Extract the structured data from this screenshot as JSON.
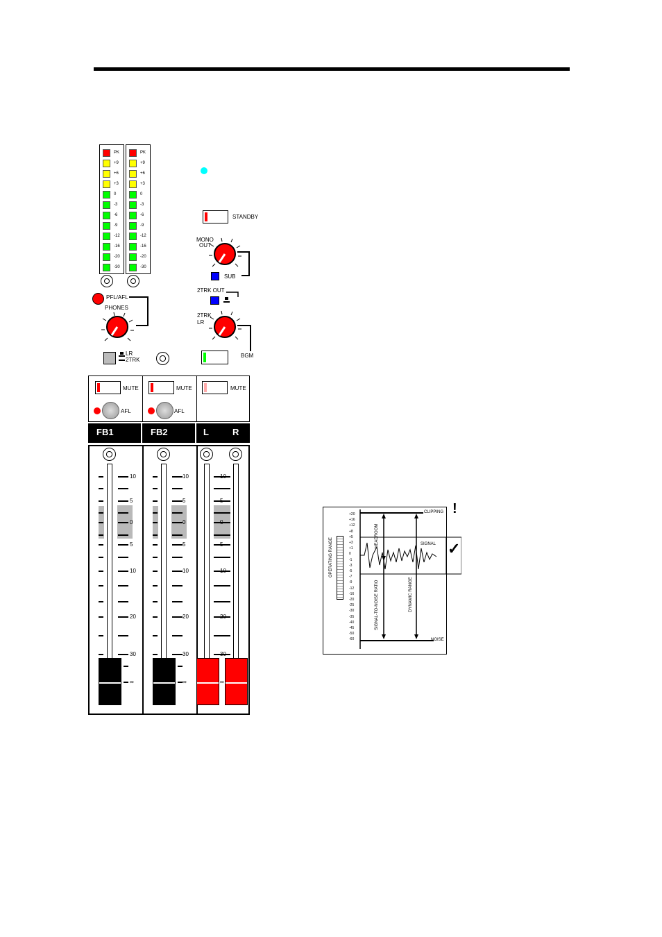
{
  "meters": {
    "labels": [
      "PK",
      "+9",
      "+6",
      "+3",
      "0",
      "-3",
      "-6",
      "-9",
      "-12",
      "-16",
      "-20",
      "-30"
    ],
    "colors": [
      "#ff0000",
      "#ffff00",
      "#ffff00",
      "#ffff00",
      "#00ff00",
      "#00ff00",
      "#00ff00",
      "#00ff00",
      "#00ff00",
      "#00ff00",
      "#00ff00",
      "#00ff00"
    ]
  },
  "master": {
    "standby_label": "STANDBY",
    "mono_out_label": "MONO\nOUT",
    "sub_label": "SUB",
    "trk_out_label": "2TRK OUT",
    "trk_lr_label": "2TRK\nLR",
    "bgm_label": "BGM",
    "pfl_afl_label": "PFL/AFL",
    "phones_label": "PHONES",
    "source_lr_label": "LR",
    "source_2trk_label": "2TRK"
  },
  "channels": [
    {
      "name": "FB1",
      "mute_label": "MUTE",
      "afl_label": "AFL"
    },
    {
      "name": "FB2",
      "mute_label": "MUTE",
      "afl_label": "AFL"
    },
    {
      "name_left": "L",
      "name_right": "R",
      "mute_label": "MUTE"
    }
  ],
  "fader_scale": [
    "10",
    "5",
    "0",
    "5",
    "10",
    "20",
    "30",
    "∞"
  ],
  "level_diagram": {
    "db_ticks": [
      "+20",
      "+16",
      "+12",
      "+8",
      "+5",
      "+3",
      "+1",
      "0",
      "-1",
      "-3",
      "-5",
      "-7",
      "-9",
      "-12",
      "-16",
      "-20",
      "-25",
      "-30",
      "-35",
      "-40",
      "-45",
      "-50",
      "-60"
    ],
    "operating_range_label": "OPERATING RANGE",
    "headroom_label": "HEADROOM",
    "clipping_label": "CLIPPING",
    "signal_label": "SIGNAL",
    "snr_label": "SIGNAL-TO-NOISE RATIO",
    "dynamic_range_label": "DYNAMIC RANGE",
    "noise_label": "NOISE",
    "warning_symbol": "!",
    "ok_symbol": "✓"
  },
  "colors": {
    "red": "#ff0000",
    "blue": "#0000ff",
    "cyan": "#00ffff",
    "green": "#00ff00",
    "grey": "#bbbbbb"
  }
}
